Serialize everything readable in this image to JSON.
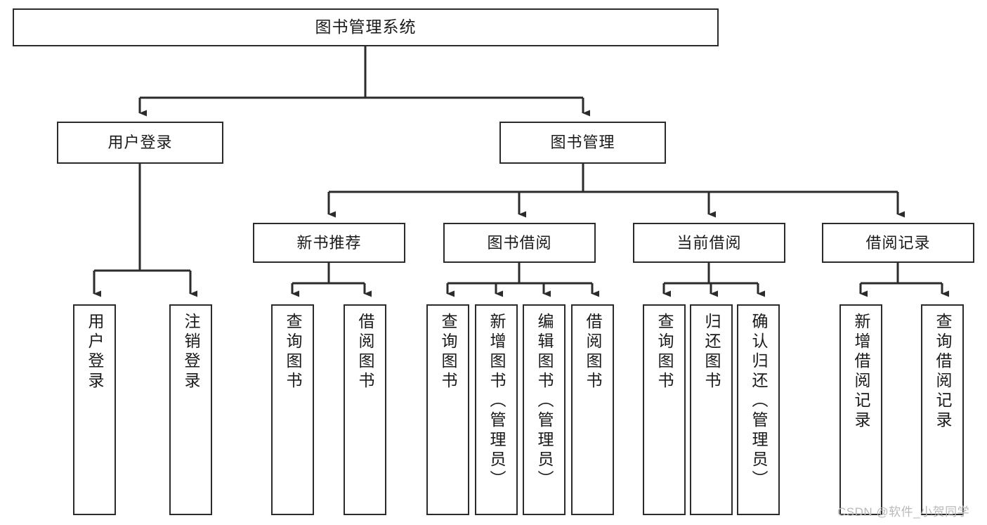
{
  "diagram": {
    "type": "hierarchy-tree",
    "title": "图书管理系统",
    "watermark": "CSDN @软件_小贺同学",
    "colors": {
      "box_border": "#2b2b2b",
      "box_fill": "#ffffff",
      "edge": "#2b2b2b",
      "text": "#1a1a1a",
      "watermark": "#b9b9b9"
    },
    "levels": {
      "root": "图书管理系统",
      "level2": [
        "用户登录",
        "图书管理"
      ],
      "level3": [
        "新书推荐",
        "图书借阅",
        "当前借阅",
        "借阅记录"
      ],
      "leaves": [
        "用户登录",
        "注销登录",
        "查询图书",
        "借阅图书",
        "查询图书",
        "新增图书（管理员）",
        "编辑图书（管理员）",
        "借阅图书",
        "查询图书",
        "归还图书",
        "确认归还（管理员）",
        "新增借阅记录",
        "查询借阅记录"
      ]
    },
    "nodes": {
      "root": {
        "label": "图书管理系统"
      },
      "user_login": {
        "label": "用户登录"
      },
      "book_manage": {
        "label": "图书管理"
      },
      "new_book_rec": {
        "label": "新书推荐"
      },
      "book_borrow": {
        "label": "图书借阅"
      },
      "current_borrow": {
        "label": "当前借阅"
      },
      "borrow_record": {
        "label": "借阅记录"
      },
      "leaf_user_login": {
        "label": "用户登录"
      },
      "leaf_logout": {
        "label": "注销登录"
      },
      "leaf_query_book_1": {
        "label": "查询图书"
      },
      "leaf_borrow_book_1": {
        "label": "借阅图书"
      },
      "leaf_query_book_2": {
        "label": "查询图书"
      },
      "leaf_add_book": {
        "label": "新增图书（管理员）"
      },
      "leaf_edit_book": {
        "label": "编辑图书（管理员）"
      },
      "leaf_borrow_book_2": {
        "label": "借阅图书"
      },
      "leaf_query_book_3": {
        "label": "查询图书"
      },
      "leaf_return_book": {
        "label": "归还图书"
      },
      "leaf_confirm_return": {
        "label": "确认归还（管理员）"
      },
      "leaf_add_record": {
        "label": "新增借阅记录"
      },
      "leaf_query_record": {
        "label": "查询借阅记录"
      }
    }
  }
}
